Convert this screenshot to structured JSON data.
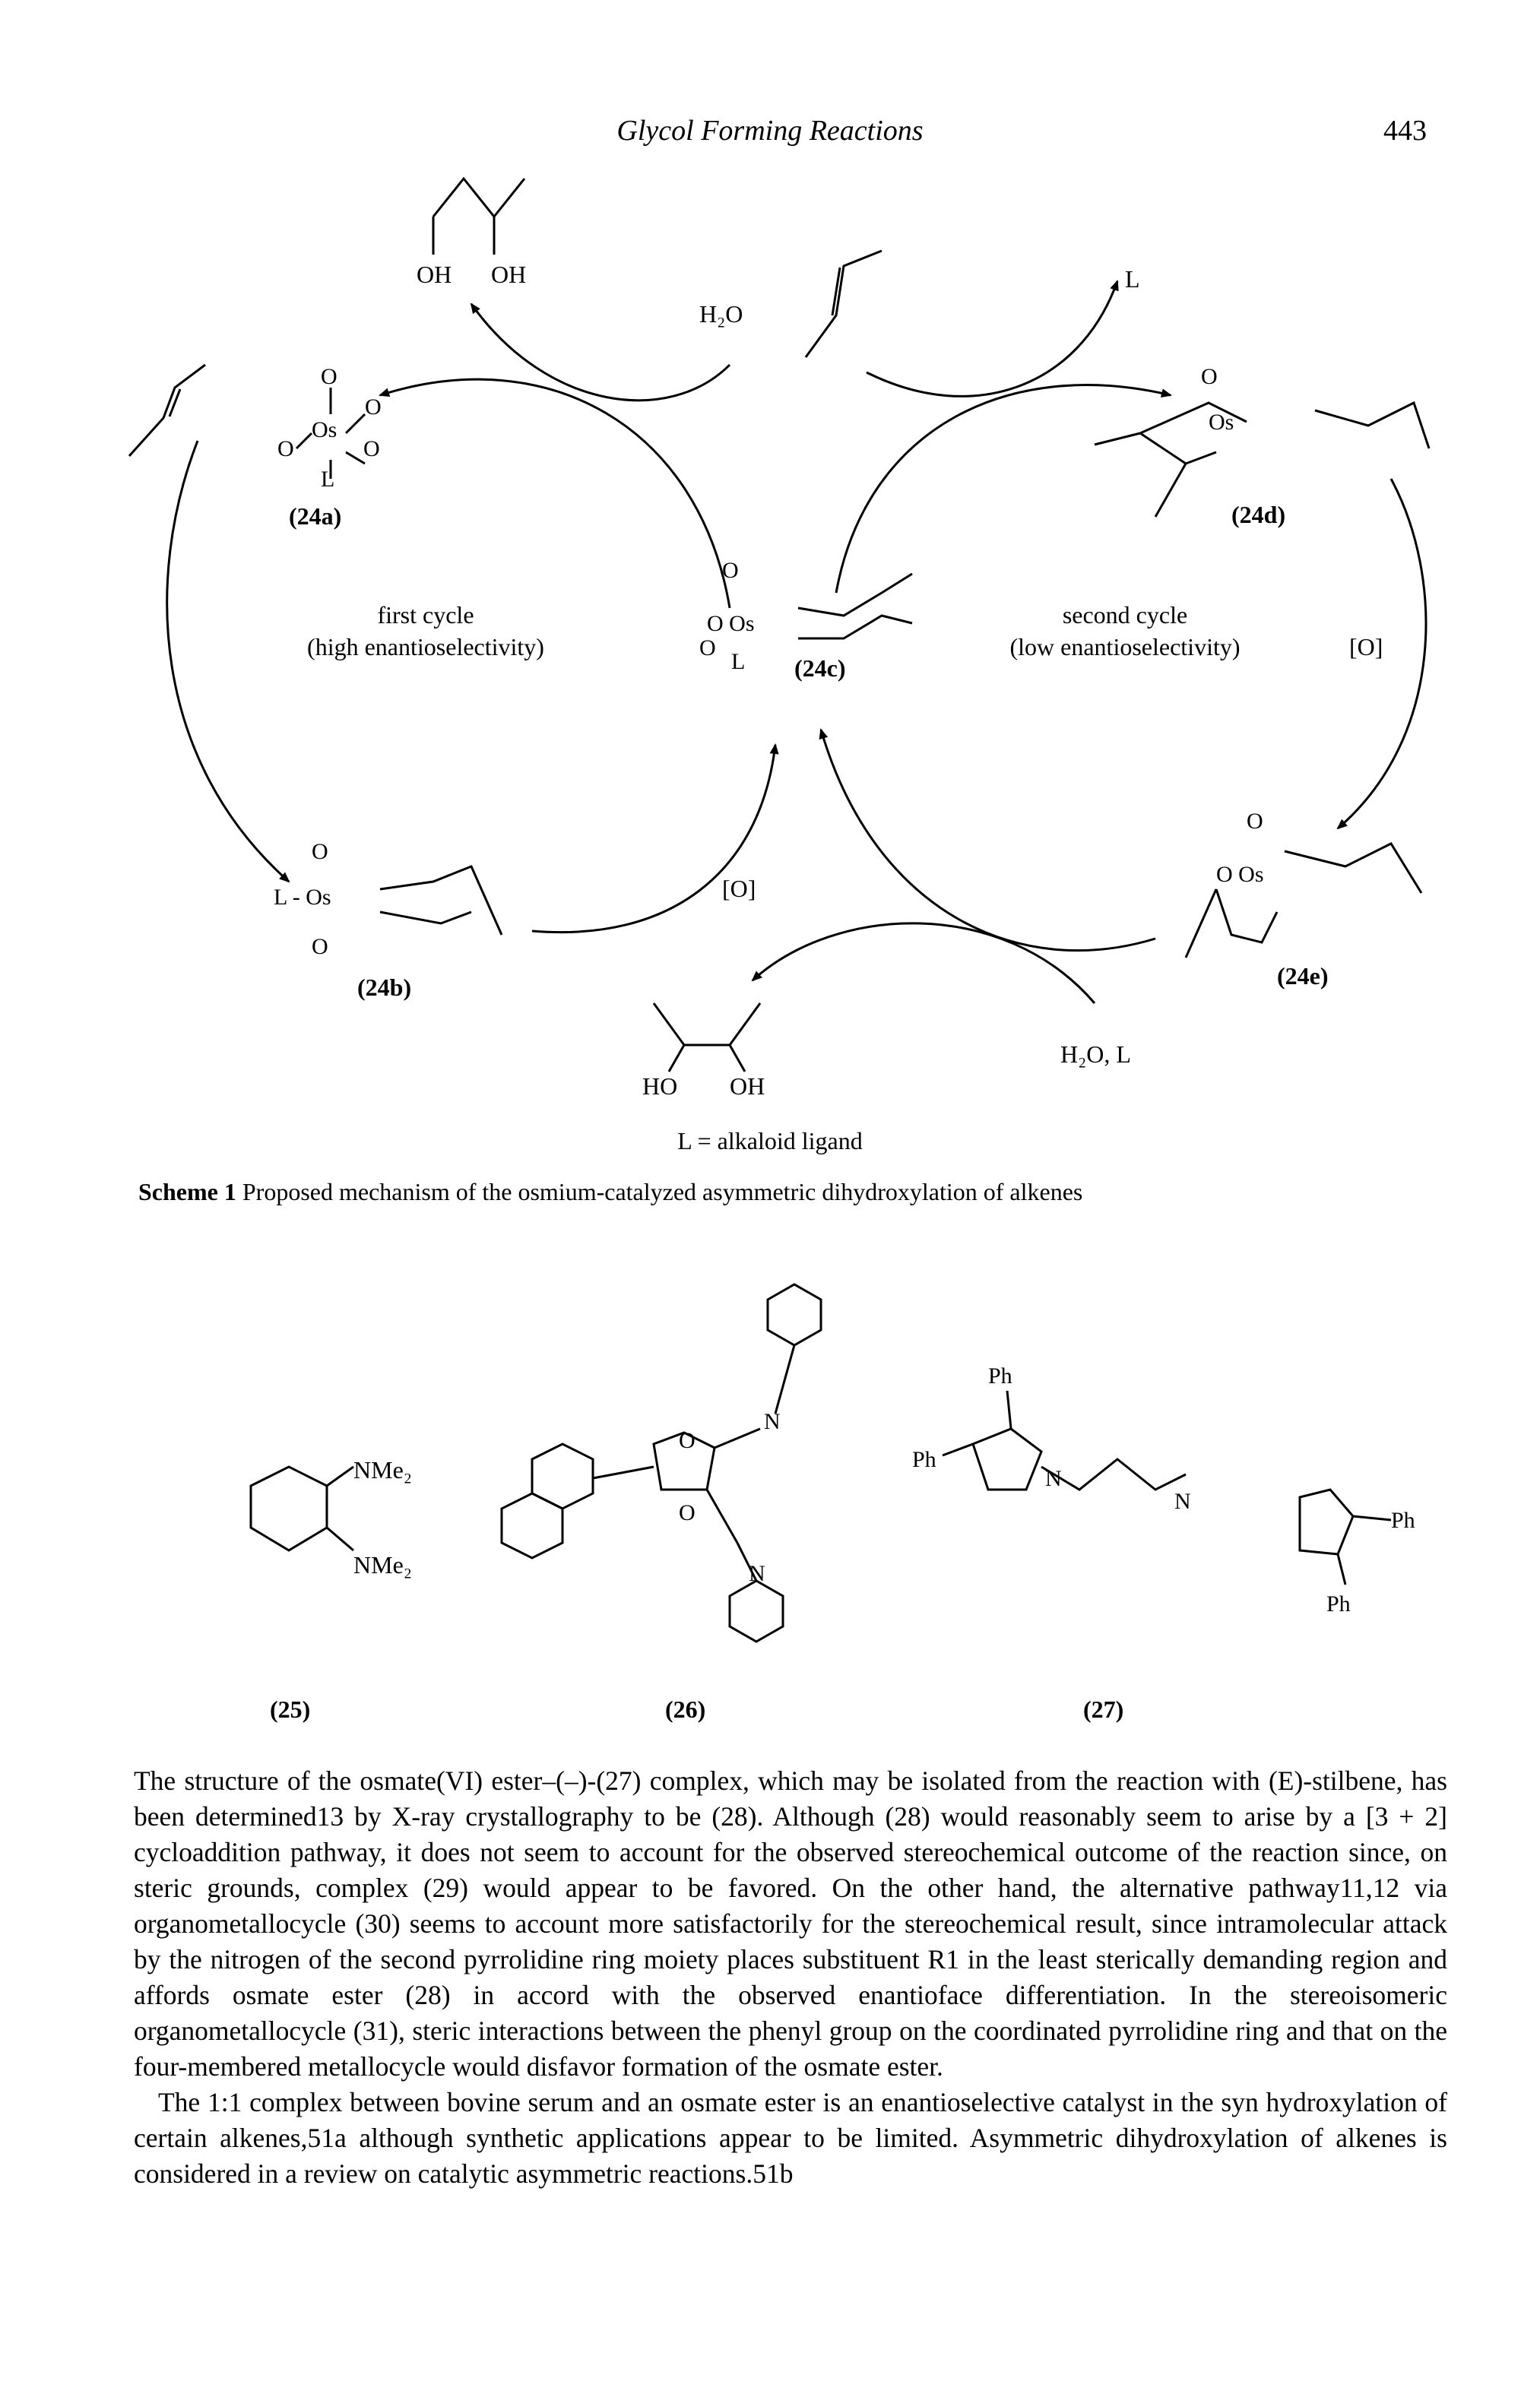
{
  "header": {
    "title": "Glycol Forming Reactions",
    "page_number": "443"
  },
  "scheme1": {
    "diol_top": [
      "OH",
      "OH"
    ],
    "diol_bottom": [
      "HO",
      "OH"
    ],
    "reagent_water_top": "H₂O",
    "ligand_top": "L",
    "oxidant_right": "[O]",
    "oxidant_center": "[O]",
    "water_ligand_bottom": "H₂O, L",
    "first_cycle": [
      "first cycle",
      "(high enantioselectivity)"
    ],
    "second_cycle": [
      "second cycle",
      "(low enantioselectivity)"
    ],
    "compound_labels": [
      "(24a)",
      "(24b)",
      "(24c)",
      "(24d)",
      "(24e)"
    ],
    "ligand_definition": "L = alkaloid ligand",
    "caption_label": "Scheme 1",
    "caption_text": " Proposed mechanism of the osmium-catalyzed asymmetric dihydroxylation of alkenes"
  },
  "ligands": {
    "labels": [
      "(25)",
      "(26)",
      "(27)"
    ],
    "nme2": "NMe₂",
    "ph": "Ph",
    "n": "N",
    "o": "O"
  },
  "body": {
    "paragraph1": "The structure of the osmate(VI) ester–(–)-(27) complex, which may be isolated from the reaction with (E)-stilbene, has been determined13 by X-ray crystallography to be (28). Although (28) would reasonably seem to arise by a [3 + 2] cycloaddition pathway, it does not seem to account for the observed stereochemical outcome of the reaction since, on steric grounds, complex (29) would appear to be favored. On the other hand, the alternative pathway11,12 via organometallocycle (30) seems to account more satisfactorily for the stereochemical result, since intramolecular attack by the nitrogen of the second pyrrolidine ring moiety places substituent R1 in the least sterically demanding region and affords osmate ester (28) in accord with the observed enantioface differentiation. In the stereoisomeric organometallocycle (31), steric interactions between the phenyl group on the coordinated pyrrolidine ring and that on the four-membered metallocycle would disfavor formation of the osmate ester.",
    "paragraph2": "The 1:1 complex between bovine serum and an osmate ester is an enantioselective catalyst in the syn hydroxylation of certain alkenes,51a although synthetic applications appear to be limited. Asymmetric dihydroxylation of alkenes is considered in a review on catalytic asymmetric reactions.51b"
  }
}
